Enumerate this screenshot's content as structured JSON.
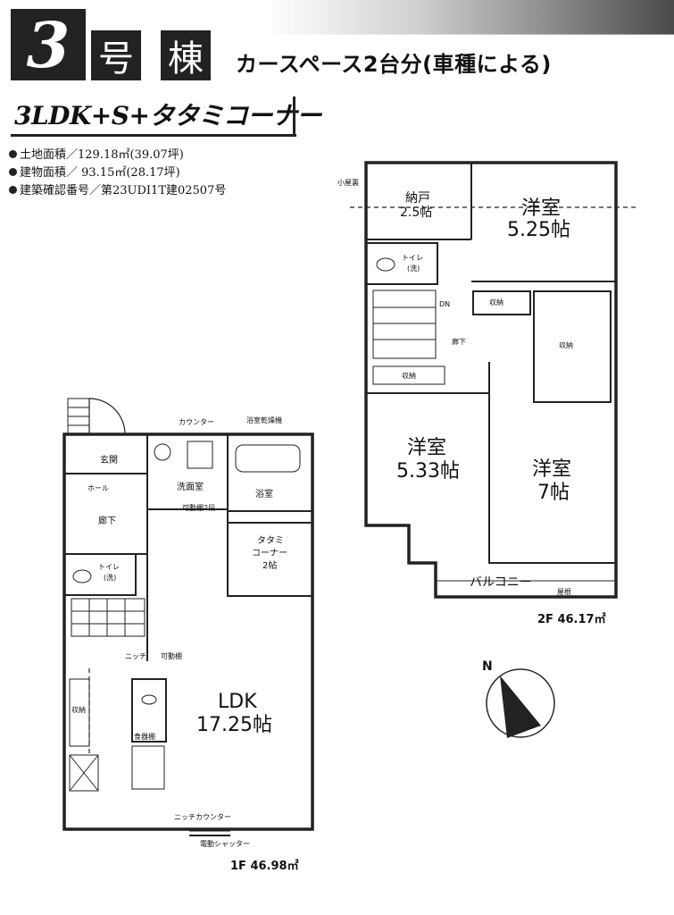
{
  "header": {
    "number": "3",
    "go": "号",
    "tou": "棟",
    "car_space": "カースペース2台分(車種による)"
  },
  "plan_name": "3LDK+S+タタミコーナー",
  "specs": [
    "土地面積／129.18㎡(39.07坪)",
    "建物面積／ 93.15㎡(28.17坪)",
    "建築確認番号／第23UDI1T建02507号"
  ],
  "floor1": {
    "total": "1F 46.98㎡",
    "rooms": {
      "genkan": "玄関",
      "hall": "ホール",
      "rouka": "廊下",
      "toilet": "トイレ",
      "toilet_sub": "(洗)",
      "sink": "洗面室",
      "bath": "浴室",
      "counter": "カウンター",
      "bath_dryer": "浴室乾燥機",
      "movable_shelf": "可動棚2段",
      "tatami_1": "タタミ",
      "tatami_2": "コーナー",
      "tatami_3": "2帖",
      "niche": "ニッチ",
      "shelf": "可動棚",
      "ldk_1": "LDK",
      "ldk_2": "17.25帖",
      "niche_counter": "ニッチカウンター",
      "shutter": "電動シャッター",
      "pantry": "食器棚",
      "storage": "収納"
    }
  },
  "floor2": {
    "total": "2F 46.17㎡",
    "rooms": {
      "nando_1": "納戸",
      "nando_2": "2.5帖",
      "western1_1": "洋室",
      "western1_2": "5.25帖",
      "toilet": "トイレ",
      "toilet_sub": "(洗)",
      "dn": "DN",
      "rouka": "廊下",
      "storage_a": "収納",
      "storage_b": "収納",
      "storage_c": "収納",
      "western2_1": "洋室",
      "western2_2": "5.33帖",
      "western3_1": "洋室",
      "western3_2": "7帖",
      "balcony": "バルコニー",
      "roof": "屋根",
      "attic": "小屋裏"
    }
  },
  "compass": {
    "label": "N"
  }
}
